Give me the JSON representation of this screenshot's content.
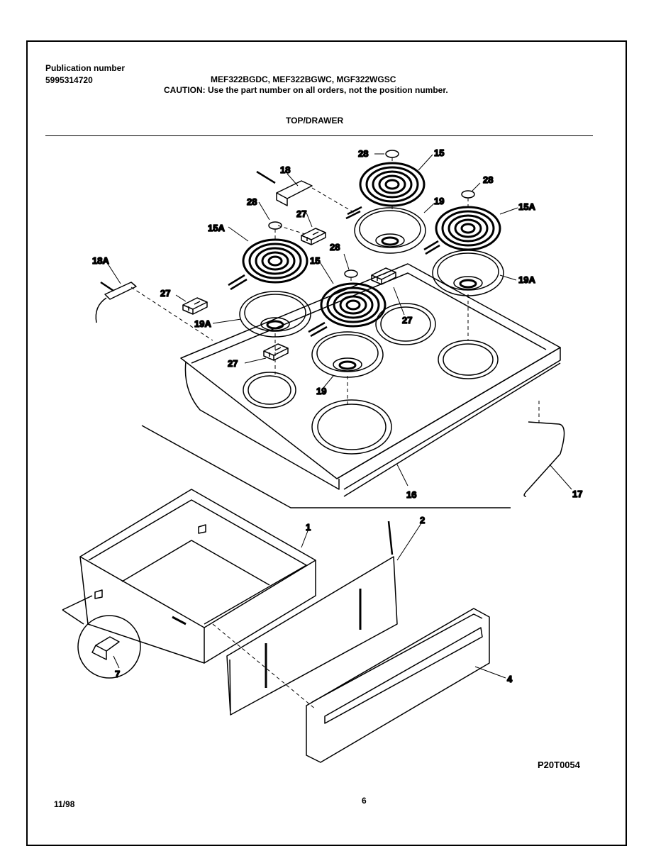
{
  "header": {
    "publication_label": "Publication number",
    "publication_number": "5995314720",
    "models": "MEF322BGDC, MEF322BGWC, MGF322WGSC",
    "caution": "CAUTION:  Use the part number on all orders, not the position number.",
    "section_title": "TOP/DRAWER"
  },
  "footer": {
    "date": "11/98",
    "page_number": "6",
    "drawing_id": "P20T0054"
  },
  "callouts": {
    "c28_top": "28",
    "c15_top": "15",
    "c18": "18",
    "c28_right": "28",
    "c15a_right": "15A",
    "c28_left": "28",
    "c27_upper": "27",
    "c19_upper": "19",
    "c15a_left": "15A",
    "c28_mid": "28",
    "c15_mid": "15",
    "c18a": "18A",
    "c19a_right": "19A",
    "c27_left": "27",
    "c27_right": "27",
    "c19a_left": "19A",
    "c27_lower": "27",
    "c19_lower": "19",
    "c16": "16",
    "c17": "17",
    "c1": "1",
    "c2": "2",
    "c4": "4",
    "c7": "7"
  }
}
